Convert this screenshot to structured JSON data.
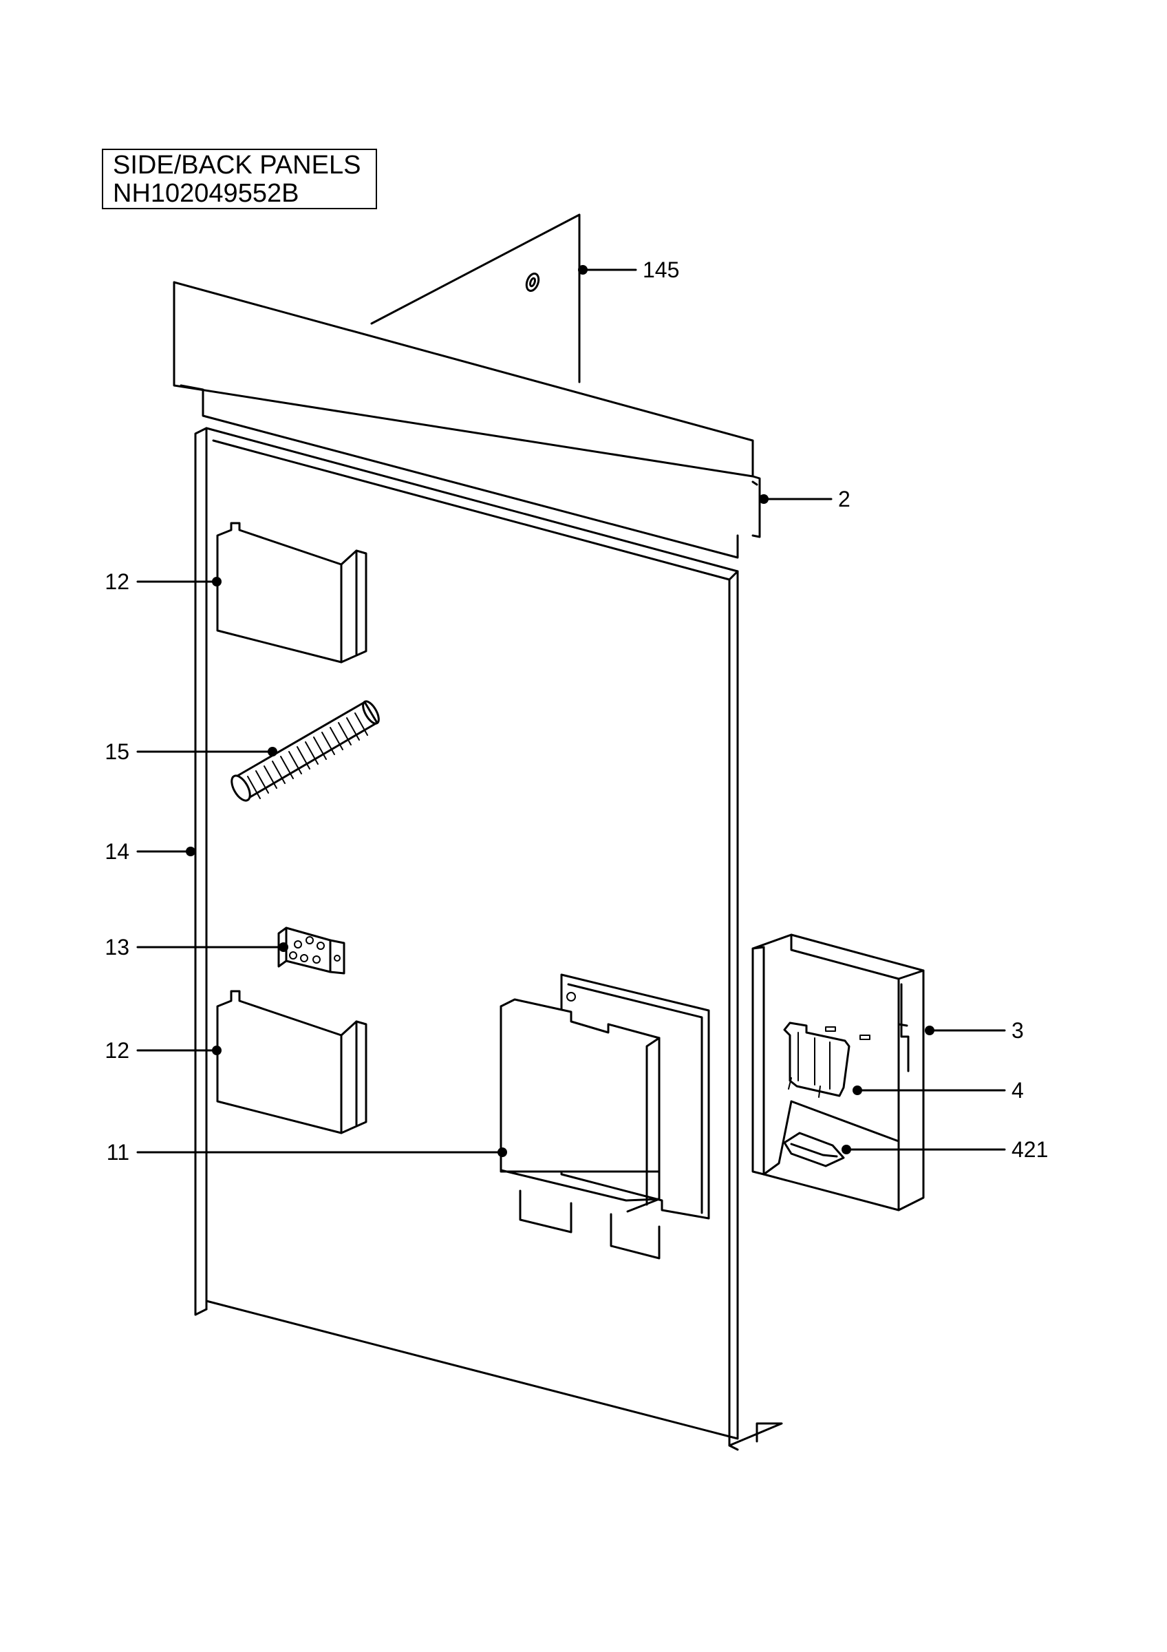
{
  "title_block": {
    "line1": "SIDE/BACK PANELS",
    "line2": "NH102049552B"
  },
  "callouts": [
    {
      "id": "c145",
      "label": "145",
      "side": "right"
    },
    {
      "id": "c2",
      "label": "2",
      "side": "right"
    },
    {
      "id": "c12a",
      "label": "12",
      "side": "left"
    },
    {
      "id": "c15",
      "label": "15",
      "side": "left"
    },
    {
      "id": "c14",
      "label": "14",
      "side": "left"
    },
    {
      "id": "c13",
      "label": "13",
      "side": "left"
    },
    {
      "id": "c12b",
      "label": "12",
      "side": "left"
    },
    {
      "id": "c11",
      "label": "11",
      "side": "left"
    },
    {
      "id": "c3",
      "label": "3",
      "side": "right"
    },
    {
      "id": "c4",
      "label": "4",
      "side": "right"
    },
    {
      "id": "c421",
      "label": "421",
      "side": "right"
    }
  ]
}
